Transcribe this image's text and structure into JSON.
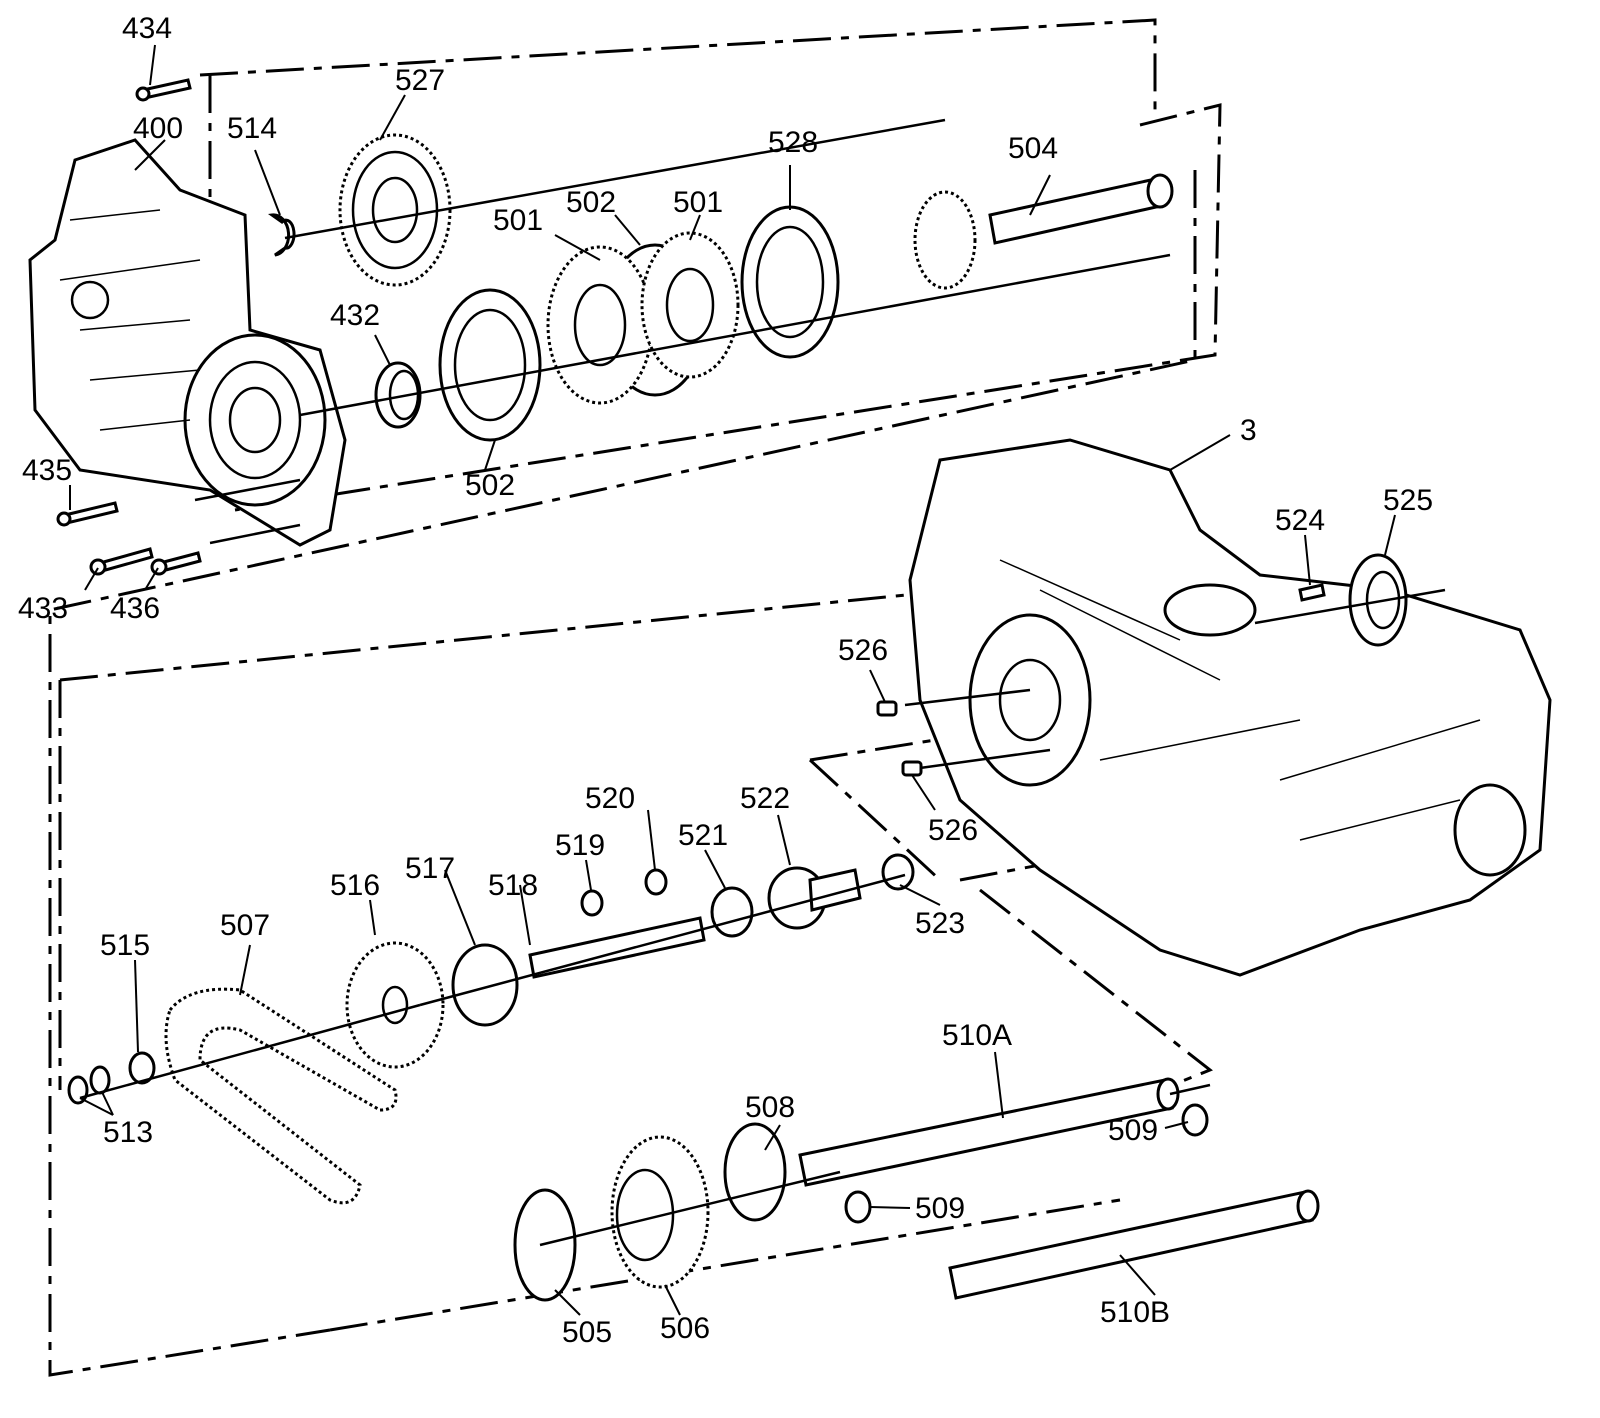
{
  "diagram": {
    "callouts": [
      "434",
      "400",
      "514",
      "527",
      "528",
      "504",
      "501",
      "502",
      "501",
      "432",
      "502",
      "435",
      "433",
      "436",
      "3",
      "524",
      "525",
      "526",
      "526",
      "520",
      "522",
      "519",
      "521",
      "516",
      "517",
      "518",
      "523",
      "515",
      "507",
      "513",
      "510A",
      "508",
      "509",
      "509",
      "505",
      "506",
      "510B"
    ]
  }
}
